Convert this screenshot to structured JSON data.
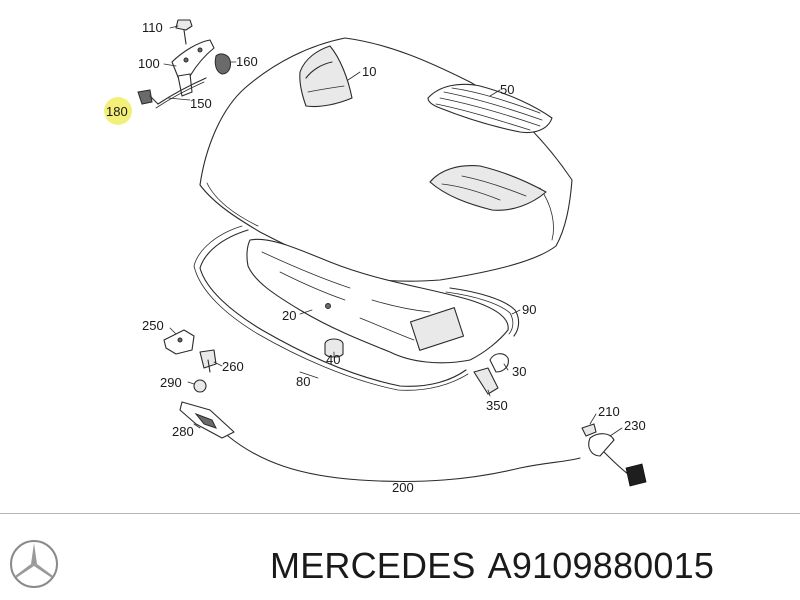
{
  "diagram": {
    "parts": [
      {
        "id": "p110",
        "label": "110",
        "highlighted": false
      },
      {
        "id": "p100",
        "label": "100",
        "highlighted": false
      },
      {
        "id": "p160",
        "label": "160",
        "highlighted": false
      },
      {
        "id": "p10",
        "label": "10",
        "highlighted": false
      },
      {
        "id": "p50",
        "label": "50",
        "highlighted": false
      },
      {
        "id": "p180",
        "label": "180",
        "highlighted": true
      },
      {
        "id": "p150",
        "label": "150",
        "highlighted": false
      },
      {
        "id": "p90",
        "label": "90",
        "highlighted": false
      },
      {
        "id": "p20",
        "label": "20",
        "highlighted": false
      },
      {
        "id": "p250",
        "label": "250",
        "highlighted": false
      },
      {
        "id": "p40",
        "label": "40",
        "highlighted": false
      },
      {
        "id": "p30",
        "label": "30",
        "highlighted": false
      },
      {
        "id": "p260",
        "label": "260",
        "highlighted": false
      },
      {
        "id": "p80",
        "label": "80",
        "highlighted": false
      },
      {
        "id": "p290",
        "label": "290",
        "highlighted": false
      },
      {
        "id": "p350",
        "label": "350",
        "highlighted": false
      },
      {
        "id": "p210",
        "label": "210",
        "highlighted": false
      },
      {
        "id": "p230",
        "label": "230",
        "highlighted": false
      },
      {
        "id": "p280",
        "label": "280",
        "highlighted": false
      },
      {
        "id": "p200",
        "label": "200",
        "highlighted": false
      }
    ],
    "highlight_color": "#f3f07a"
  },
  "footer": {
    "brand": "MERCEDES",
    "part_number": "A9109880015",
    "logo_icon": "mercedes-star-icon"
  }
}
